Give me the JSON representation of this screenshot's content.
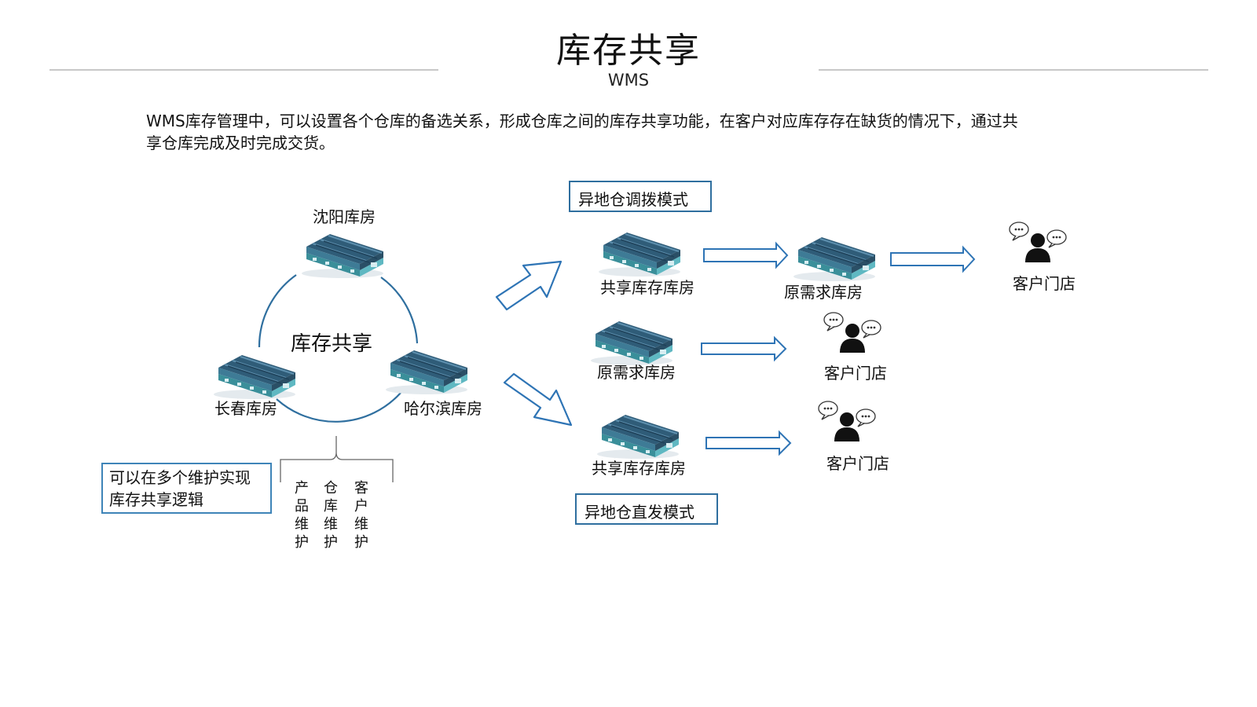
{
  "header": {
    "title": "库存共享",
    "subtitle": "WMS"
  },
  "description": "WMS库存管理中，可以设置各个仓库的备选关系，形成仓库之间的库存共享功能，在客户对应库存存在缺货的情况下，通过共享仓库完成及时完成交货。",
  "cycle": {
    "center_label": "库存共享",
    "warehouses": {
      "shenyang": "沈阳库房",
      "changchun": "长春库房",
      "harbin": "哈尔滨库房"
    }
  },
  "note_box": "可以在多个维护实现库存共享逻辑",
  "maintenance_columns": [
    "产品维护",
    "仓库维护",
    "客户维护"
  ],
  "modes": {
    "transfer": "异地仓调拨模式",
    "direct": "异地仓直发模式"
  },
  "flows": {
    "row1": {
      "from": "共享库存库房",
      "via": "原需求库房",
      "to": "客户门店"
    },
    "row2": {
      "from": "原需求库房",
      "to": "客户门店"
    },
    "row3": {
      "from": "共享库存库房",
      "to": "客户门店"
    }
  },
  "colors": {
    "accent_blue": "#2f6f9f",
    "arrow_outline": "#2e74b5",
    "warehouse_roof": "#2e5f7a",
    "warehouse_wall": "#3fa3a3",
    "rule_gray": "#c8c8c8"
  },
  "icons": [
    "warehouse-icon",
    "customer-icon",
    "speech-bubble-icon",
    "hollow-arrow-icon"
  ]
}
